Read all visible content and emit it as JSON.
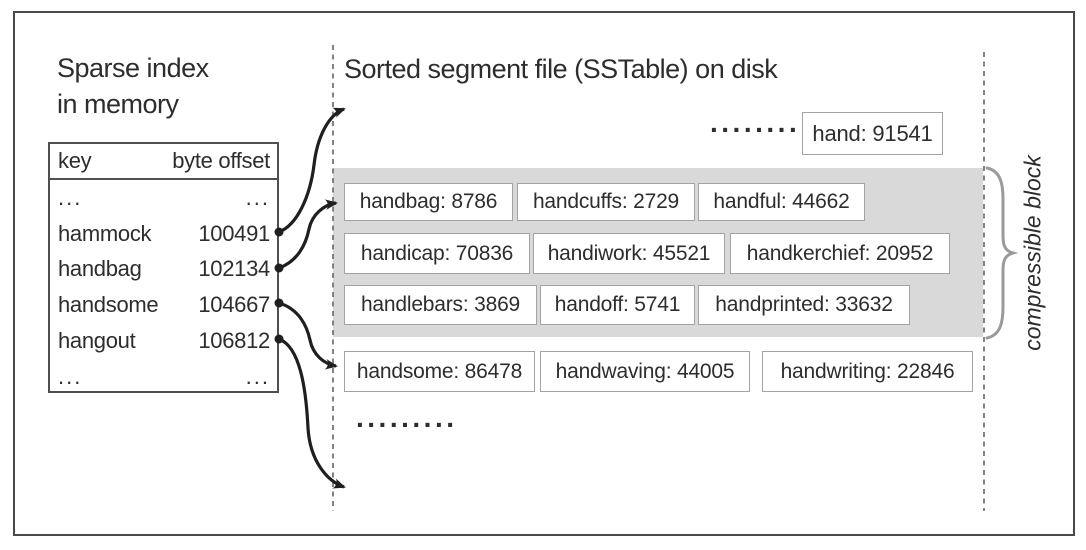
{
  "figure": {
    "title_line1": "Sparse index",
    "title_line2": "in memory",
    "sstable_title": "Sorted segment file (SSTable) on disk",
    "compressible_label": "compressible block",
    "ellipsis_top": ".........",
    "ellipsis_bottom": ".........",
    "colors": {
      "block_fill": "#d9d9d9",
      "box_border": "#a3a3a3",
      "table_border": "#4f4f4f",
      "frame_border": "#4a4a4a",
      "dashed_line": "#6e6e6e",
      "arrow": "#1f1f1f",
      "brace": "#9a9a9a",
      "text": "#2d2d2d"
    }
  },
  "index_table": {
    "col_key": "key",
    "col_offset": "byte offset",
    "rows": [
      {
        "key": "...",
        "offset": "..."
      },
      {
        "key": "hammock",
        "offset": "100491"
      },
      {
        "key": "handbag",
        "offset": "102134"
      },
      {
        "key": "handsome",
        "offset": "104667"
      },
      {
        "key": "hangout",
        "offset": "106812"
      },
      {
        "key": "...",
        "offset": "..."
      }
    ]
  },
  "sstable": {
    "top_entry": "hand: 91541",
    "block_rows": [
      [
        "handbag: 8786",
        "handcuffs: 2729",
        "handful: 44662"
      ],
      [
        "handicap: 70836",
        "handiwork: 45521",
        "handkerchief: 20952"
      ],
      [
        "handlebars: 3869",
        "handoff: 5741",
        "handprinted: 33632"
      ]
    ],
    "bottom_row": [
      "handsome: 86478",
      "handwaving: 44005",
      "handwriting: 22846"
    ]
  }
}
